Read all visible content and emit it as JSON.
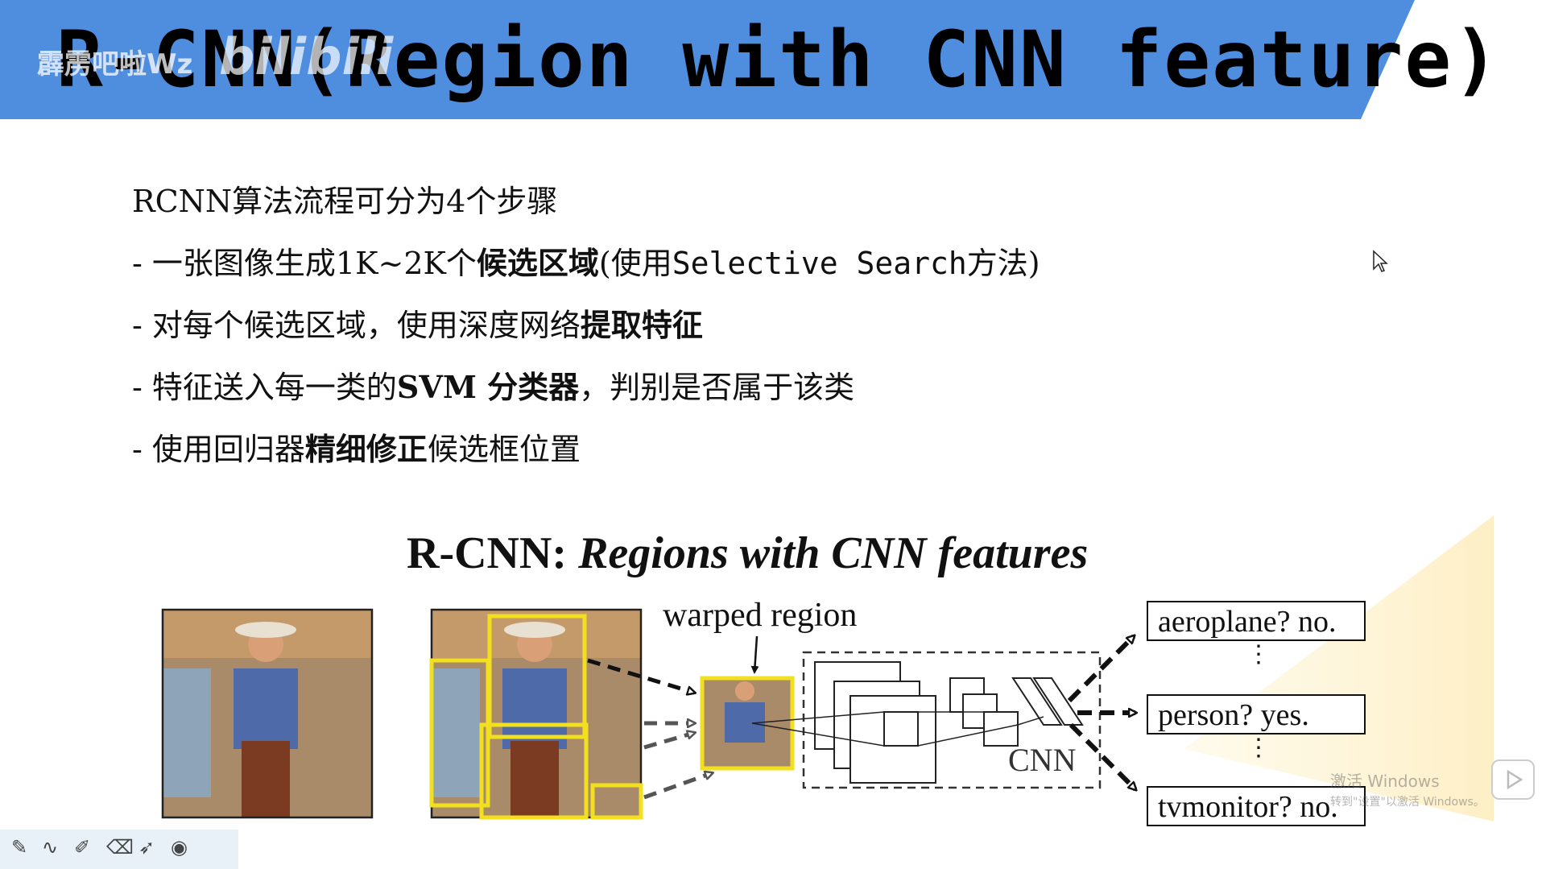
{
  "slide": {
    "title": "R-CNN(Region with CNN feature)",
    "watermark": "霹雳吧啦Wz",
    "watermark_logo": "bilibili",
    "accent_color": "#4f8ddf"
  },
  "content": {
    "heading": "RCNN算法流程可分为4个步骤",
    "steps": [
      {
        "prefix": "- 一张图像生成1K~2K个",
        "bold": "候选区域",
        "middle": "(使用",
        "mono": "Selective Search",
        "suffix": "方法)"
      },
      {
        "prefix": "- 对每个候选区域，使用深度网络",
        "bold": "提取特征",
        "suffix": ""
      },
      {
        "prefix": "- 特征送入每一类的",
        "bold": "SVM 分类器",
        "suffix": "，判别是否属于该类"
      },
      {
        "prefix": "- 使用回归器",
        "bold": "精细修正",
        "suffix": "候选框位置"
      }
    ]
  },
  "figure": {
    "title_prefix": "R-CNN: ",
    "title_italic": "Regions with CNN features",
    "warped_label": "warped region",
    "cnn_label": "CNN",
    "outputs": [
      {
        "label": "aeroplane? no."
      },
      {
        "label": "person? yes."
      },
      {
        "label": "tvmonitor? no."
      }
    ],
    "dots": "⋮"
  },
  "system": {
    "windows_activation_line1": "激活 Windows",
    "windows_activation_line2": "转到\"设置\"以激活 Windows。"
  },
  "toolbar": {
    "tools": [
      "pen-icon",
      "curve-icon",
      "highlighter-icon",
      "eraser-icon",
      "pointer-icon",
      "record-icon"
    ]
  }
}
